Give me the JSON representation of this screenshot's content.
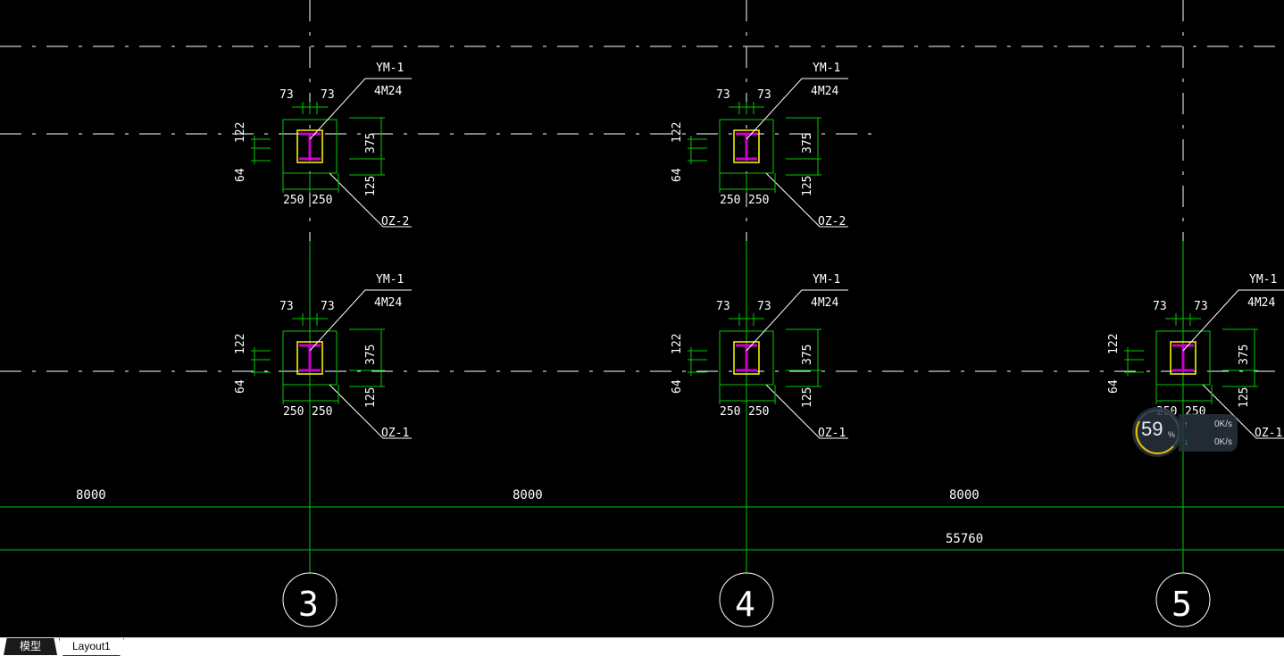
{
  "drawing": {
    "grid_labels": [
      "3",
      "4",
      "5"
    ],
    "bay_spacings": [
      "8000",
      "8000",
      "8000"
    ],
    "overall_dimension": "55760",
    "baseplates": [
      {
        "label_top": "YM-1",
        "bolts": "4M24",
        "column_label": "OZ-2",
        "dim_left1": "73",
        "dim_left2": "73",
        "dim_v1": "122",
        "dim_v2": "64",
        "dim_b1": "250",
        "dim_b2": "250",
        "dim_r1": "375",
        "dim_r2": "125"
      },
      {
        "label_top": "YM-1",
        "bolts": "4M24",
        "column_label": "OZ-2",
        "dim_left1": "73",
        "dim_left2": "73",
        "dim_v1": "122",
        "dim_v2": "64",
        "dim_b1": "250",
        "dim_b2": "250",
        "dim_r1": "375",
        "dim_r2": "125"
      },
      {
        "label_top": "YM-1",
        "bolts": "4M24",
        "column_label": "OZ-1",
        "dim_left1": "73",
        "dim_left2": "73",
        "dim_v1": "122",
        "dim_v2": "64",
        "dim_b1": "250",
        "dim_b2": "250",
        "dim_r1": "375",
        "dim_r2": "125"
      },
      {
        "label_top": "YM-1",
        "bolts": "4M24",
        "column_label": "OZ-1",
        "dim_left1": "73",
        "dim_left2": "73",
        "dim_v1": "122",
        "dim_v2": "64",
        "dim_b1": "250",
        "dim_b2": "250",
        "dim_r1": "375",
        "dim_r2": "125"
      },
      {
        "label_top": "YM-1",
        "bolts": "4M24",
        "column_label": "OZ-1",
        "dim_left1": "73",
        "dim_left2": "73",
        "dim_v1": "122",
        "dim_v2": "64",
        "dim_b1": "250",
        "dim_b2": "250",
        "dim_r1": "375",
        "dim_r2": "125"
      }
    ],
    "colors": {
      "background": "#000000",
      "dimension": "#00cc00",
      "grid_axis": "#ffffff",
      "column": "#cc00cc",
      "plate": "#ffff00"
    }
  },
  "tabs": {
    "model": "模型",
    "layout1": "Layout1"
  },
  "network_widget": {
    "percent": "59",
    "percent_sign": "%",
    "upload": "0K/s",
    "download": "0K/s"
  }
}
